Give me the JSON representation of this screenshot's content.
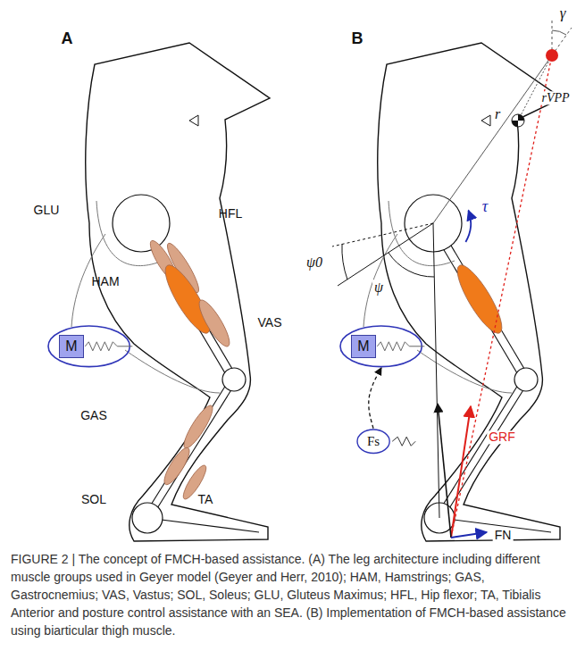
{
  "diagram": {
    "caption": "FIGURE 2 | The concept of FMCH-based assistance. (A) The leg architecture including different muscle groups used in Geyer model (Geyer and Herr, 2010); HAM, Hamstrings; GAS, Gastrocnemius; VAS, Vastus; SOL, Soleus; GLU, Gluteus Maximus; HFL, Hip flexor; TA, Tibialis Anterior and posture control assistance with an SEA. (B) Implementation of FMCH-based assistance using biarticular thigh muscle.",
    "nodes": [
      {
        "text": [
          "M"
        ]
      },
      {
        "text": [
          "M"
        ]
      },
      {
        "text": [
          "Fs"
        ]
      }
    ],
    "edges": [
      {
        "from": 2,
        "to": 1,
        "arrow": "to"
      }
    ],
    "labels": [
      "A",
      "GLU",
      "HAM",
      "HFL",
      "VAS",
      "GAS",
      "SOL",
      "TA",
      "B",
      "γ",
      "r",
      "rVPP",
      "τ",
      "ψ0",
      "ψ",
      "GRF",
      "FN"
    ]
  }
}
